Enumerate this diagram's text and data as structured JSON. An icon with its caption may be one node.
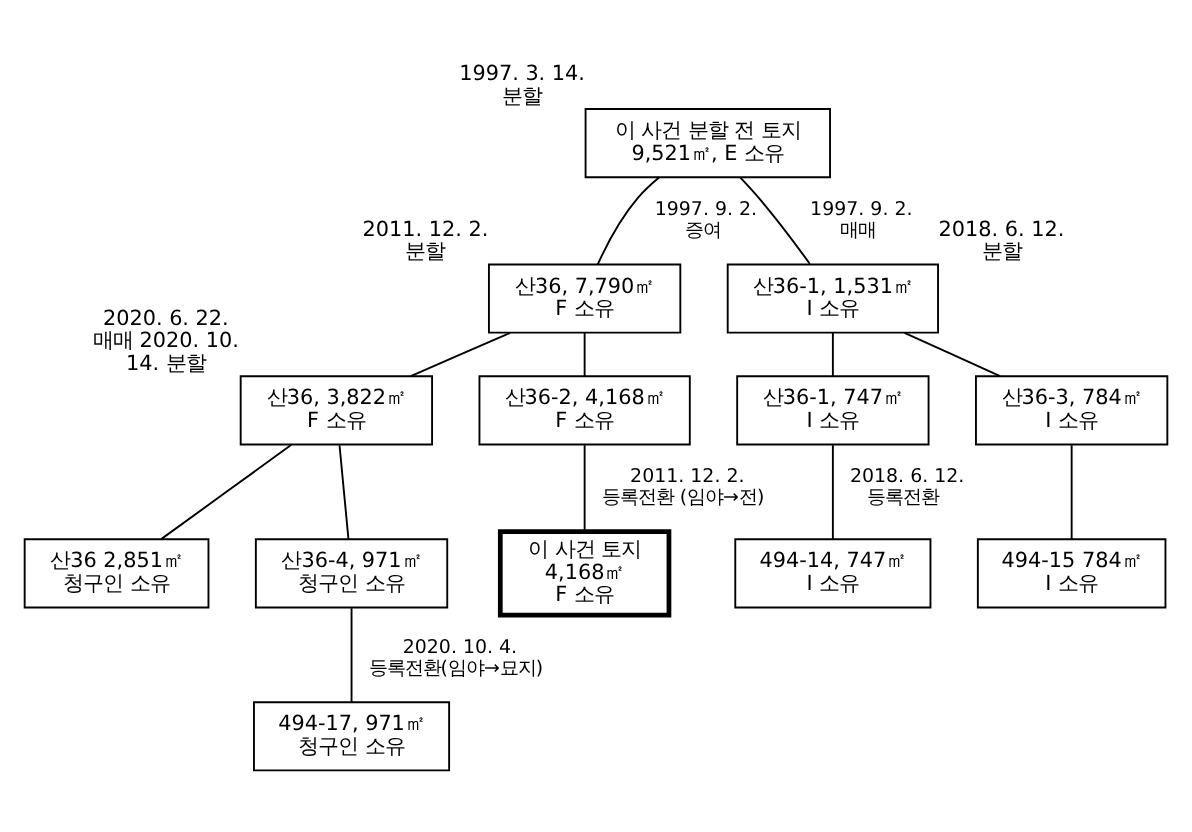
{
  "diagram": {
    "nodes": [
      {
        "text": [
          "이 사건 분할 전 토지",
          "9,521㎡, E 소유"
        ],
        "beside": [
          "1997. 3. 14. 분할"
        ]
      },
      {
        "text": [
          "산36, 7,790㎡",
          "F 소유"
        ],
        "beside": [
          "2011. 12. 2. 분할"
        ]
      },
      {
        "text": [
          "산36-1, 1,531㎡",
          "I 소유"
        ],
        "beside": [
          "2018. 6. 12. 분할"
        ]
      },
      {
        "text": [
          "산36, 3,822㎡",
          "F 소유"
        ],
        "beside": [
          "2020. 6. 22. 매매 2020. 10. 14. 분할"
        ]
      },
      {
        "text": [
          "산36-2, 4,168㎡",
          "F 소유"
        ]
      },
      {
        "text": [
          "산36-1, 747㎡",
          "I 소유"
        ]
      },
      {
        "text": [
          "산36-3, 784㎡",
          "I 소유"
        ]
      },
      {
        "text": [
          "이 사건 토지",
          "4,168㎡",
          "F 소유"
        ]
      },
      {
        "text": [
          "494-14, 747㎡",
          "I 소유"
        ]
      },
      {
        "text": [
          "494-15 784㎡",
          "I 소유"
        ]
      },
      {
        "text": [
          "산36 2,851㎡",
          "청구인 소유"
        ]
      },
      {
        "text": [
          "산36-4, 971㎡",
          "청구인 소유"
        ]
      },
      {
        "text": [
          "494-17, 971㎡",
          "청구인 소유"
        ]
      }
    ],
    "edges": [
      {
        "from": 0,
        "to": 1,
        "arrow": "none",
        "label": "1997. 9. 2. 증여"
      },
      {
        "from": 0,
        "to": 2,
        "arrow": "none",
        "label": "1997. 9. 2. 매매"
      },
      {
        "from": 1,
        "to": 3,
        "arrow": "none"
      },
      {
        "from": 1,
        "to": 4,
        "arrow": "none"
      },
      {
        "from": 2,
        "to": 5,
        "arrow": "none"
      },
      {
        "from": 2,
        "to": 6,
        "arrow": "none"
      },
      {
        "from": 3,
        "to": 10,
        "arrow": "none"
      },
      {
        "from": 3,
        "to": 11,
        "arrow": "none"
      },
      {
        "from": 4,
        "to": 7,
        "arrow": "none",
        "label": "2011. 12. 2. 등록전환 (임야→전)"
      },
      {
        "from": 5,
        "to": 8,
        "arrow": "none",
        "label": "2018. 6. 12. 등록전환"
      },
      {
        "from": 6,
        "to": 9,
        "arrow": "none"
      },
      {
        "from": 11,
        "to": 12,
        "arrow": "none",
        "label": "2020. 10. 4. 등록전환(임야→묘지)"
      }
    ]
  }
}
